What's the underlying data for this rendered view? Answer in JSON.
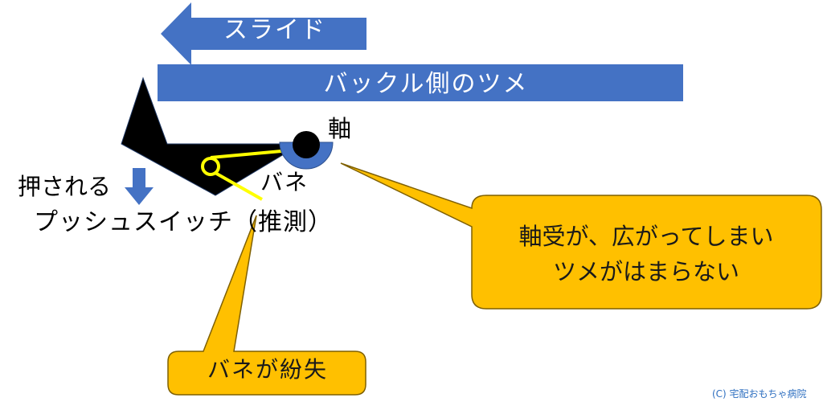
{
  "labels": {
    "slide": "スライド",
    "buckle_claw": "バックル側のツメ",
    "axis": "軸",
    "pressed": "押される",
    "spring": "バネ",
    "push_switch": "プッシュスイッチ（推測）"
  },
  "callouts": {
    "bearing": {
      "line1": "軸受が、広がってしまい",
      "line2": "ツメがはまらない"
    },
    "spring_lost": "バネが紛失"
  },
  "credit": "(C) 宅配おもちゃ病院",
  "colors": {
    "arrow_blue": "#4472c4",
    "callout_fill": "#ffc000",
    "callout_stroke": "#7f6000",
    "spring_yellow": "#ffff00",
    "part_black": "#000000",
    "credit_text": "#2e6fc0"
  }
}
